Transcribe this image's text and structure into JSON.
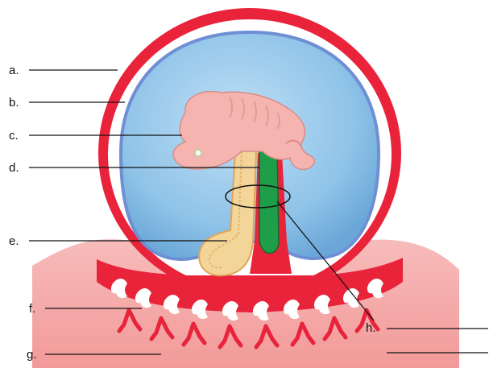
{
  "diagram": {
    "labels": [
      {
        "id": "a",
        "text": "a."
      },
      {
        "id": "b",
        "text": "b."
      },
      {
        "id": "c",
        "text": "c."
      },
      {
        "id": "d",
        "text": "d."
      },
      {
        "id": "e",
        "text": "e."
      },
      {
        "id": "f",
        "text": "f."
      },
      {
        "id": "g",
        "text": "g."
      },
      {
        "id": "h",
        "text": "h."
      }
    ],
    "colors": {
      "chorion": "#e8233a",
      "uterine_tissue": "#f4a7a6",
      "amnion_fluid": "#8fc3e8",
      "amnion_edge": "#6f8fd4",
      "embryo": "#f5b4b0",
      "yolk_sac_stalk": "#f3d59a",
      "allantois": "#1f9e4a"
    },
    "icons": [
      "embryo-icon",
      "uterine-villi-icon"
    ]
  }
}
